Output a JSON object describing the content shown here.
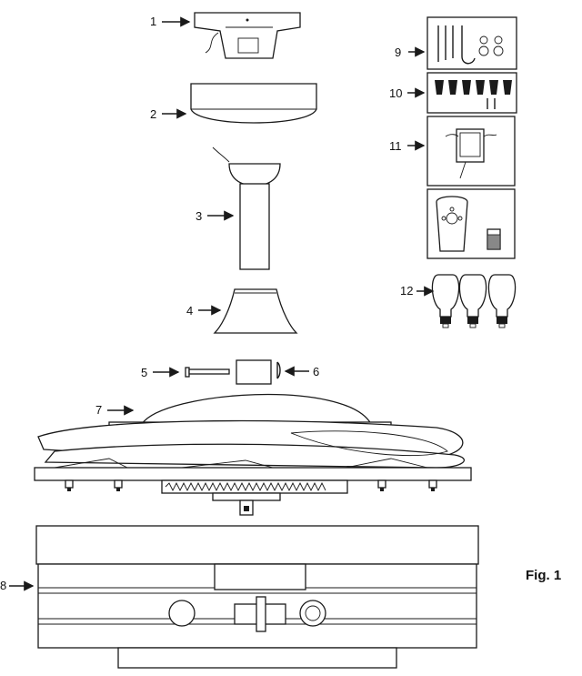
{
  "labels": {
    "p1": "1",
    "p2": "2",
    "p3": "3",
    "p4": "4",
    "p5": "5",
    "p6": "6",
    "p7": "7",
    "p8": "8",
    "p9": "9",
    "p10": "10",
    "p11": "11",
    "p12": "12"
  },
  "figure_label": "Fig. 1"
}
